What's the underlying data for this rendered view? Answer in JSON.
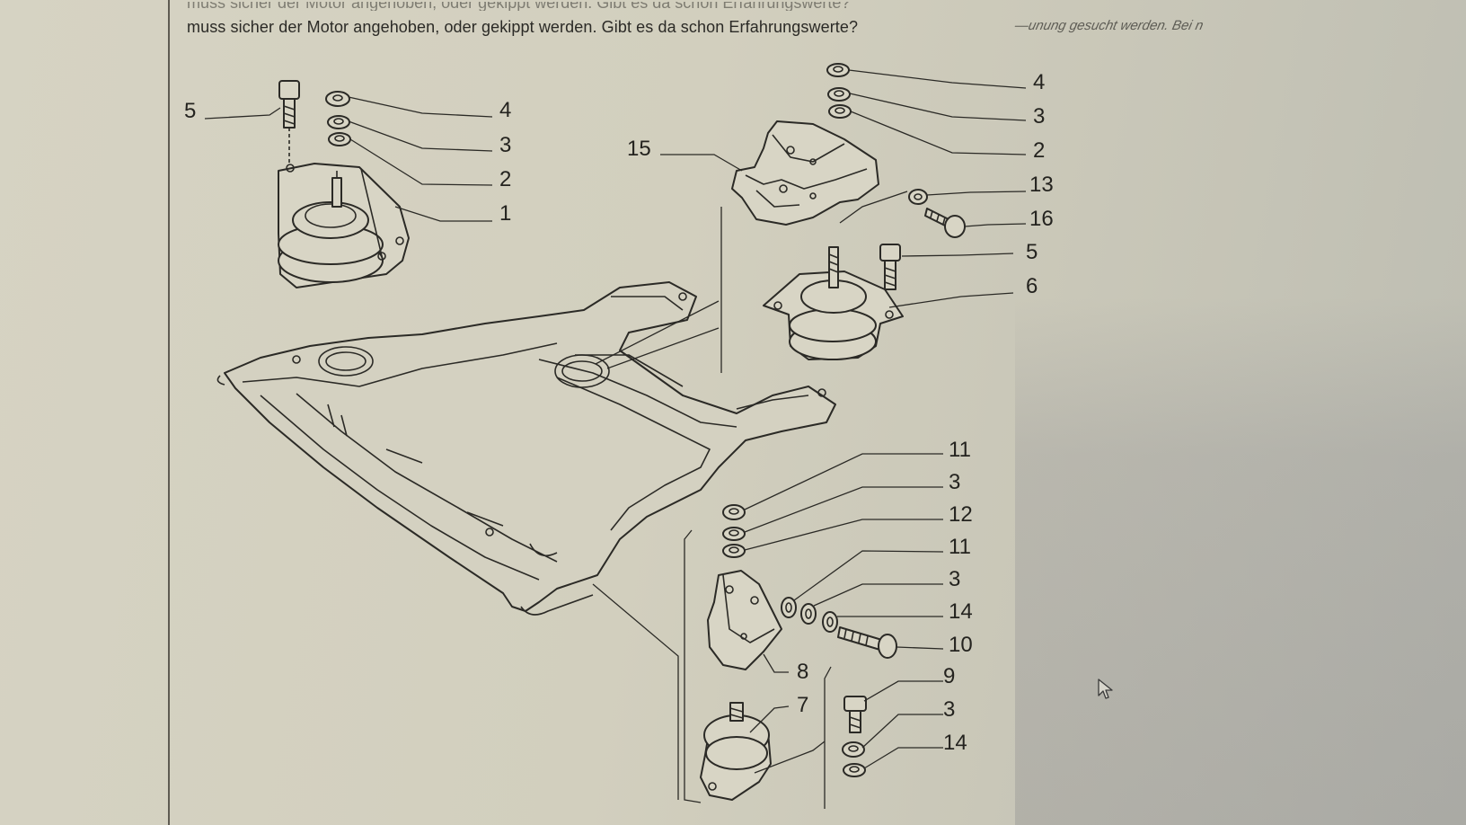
{
  "document": {
    "question_text": "muss sicher der Motor angehoben, oder gekippt werden. Gibt es da schon Erfahrungswerte?",
    "top_cutoff_text": "muss sicher der Motor angehoben, oder gekippt werden. Gibt es da schon Erfahrungswerte?",
    "right_cutoff_text": "—unung gesucht werden. Bei n"
  },
  "diagram": {
    "callouts": {
      "left_mount": [
        "5",
        "4",
        "3",
        "2",
        "1"
      ],
      "upper_right": [
        "15",
        "4",
        "3",
        "2",
        "13",
        "16",
        "5",
        "6"
      ],
      "lower_right": [
        "11",
        "3",
        "12",
        "11",
        "3",
        "14",
        "10",
        "8",
        "9",
        "7",
        "3",
        "14"
      ]
    },
    "icons": [
      "cursor-arrow-icon"
    ]
  },
  "colors": {
    "paper": "#d4d1c1",
    "ink": "#2b2a26"
  }
}
